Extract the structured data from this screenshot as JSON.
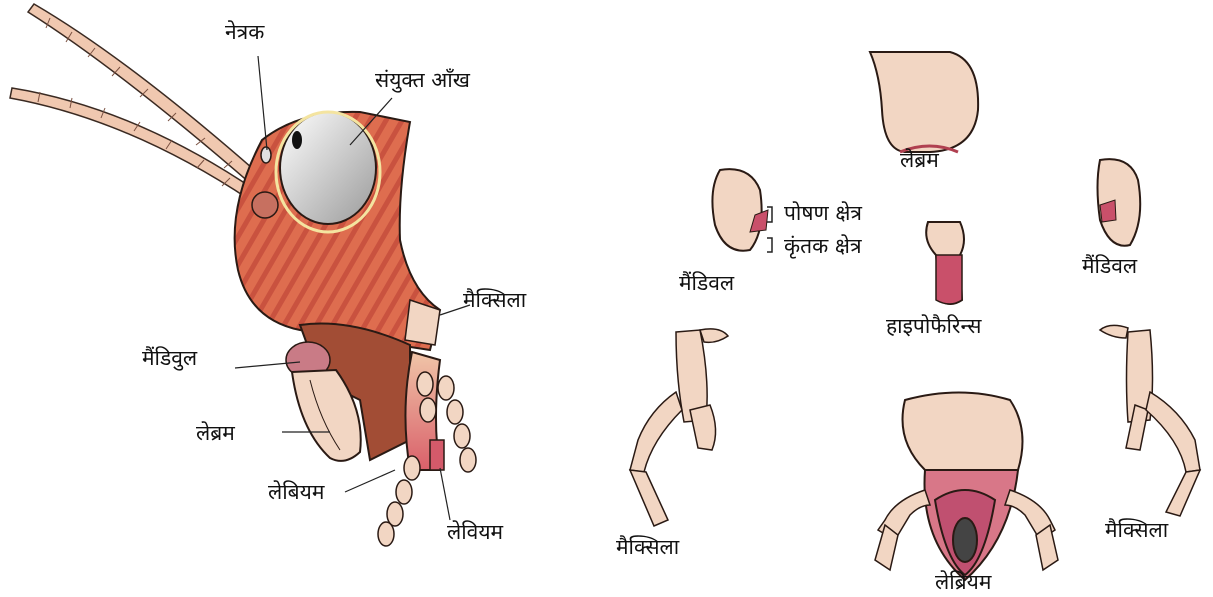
{
  "left_figure": {
    "labels": {
      "ocellus": "नेत्रक",
      "compound_eye": "संयुक्त आँख",
      "maxilla": "मैक्सिला",
      "mandible": "मैंडिवुल",
      "labrum": "लेब्रम",
      "labium_1": "लेबियम",
      "labium_2": "लेवियम"
    }
  },
  "right_figure": {
    "labels": {
      "labrum": "लेब्रम",
      "mandible_left": "मैंडिवल",
      "mandible_right": "मैंडिवल",
      "feeding_region": "पोषण क्षेत्र",
      "incisor_region": "कृंतक क्षेत्र",
      "hypopharynx": "हाइपोफैरिन्स",
      "maxilla_left": "मैक्सिला",
      "maxilla_right": "मैक्सिला",
      "labium": "लेब्रियम"
    }
  },
  "colors": {
    "head": "#d9664a",
    "head_stripes": "#c24e3d",
    "eye": "#d8d8d8",
    "mandible": "#a24d35",
    "cream": "#f2d6c3",
    "pink": "#d87788",
    "outline": "#2a1a14"
  }
}
